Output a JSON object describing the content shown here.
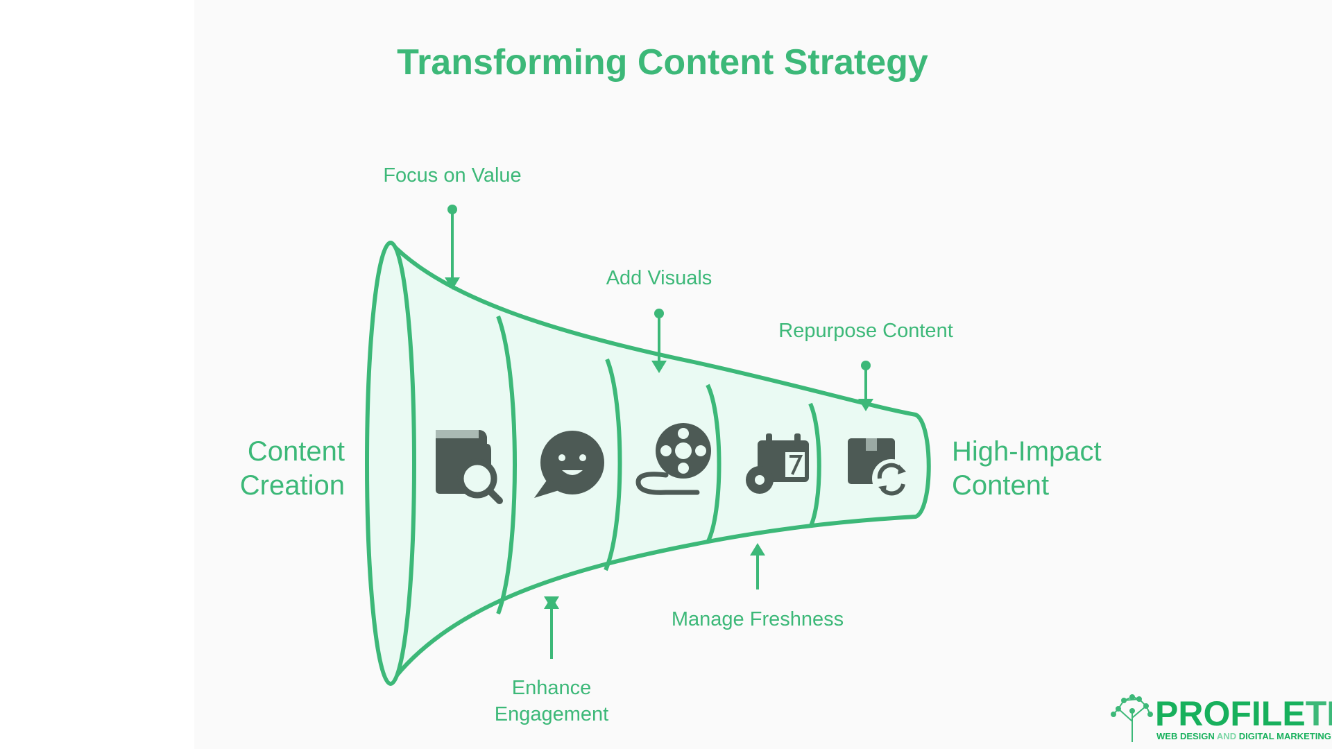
{
  "title": "Transforming Content Strategy",
  "colors": {
    "accent": "#3cb878",
    "funnel_fill": "#eafaf3",
    "icon": "#4d5a55",
    "background": "#fafafa"
  },
  "start_label": {
    "line1": "Content",
    "line2": "Creation"
  },
  "end_label": {
    "line1": "High-Impact",
    "line2": "Content"
  },
  "top_callouts": [
    {
      "label": "Focus on Value"
    },
    {
      "label": "Add Visuals"
    },
    {
      "label": "Repurpose Content"
    }
  ],
  "bottom_callouts": [
    {
      "line1": "Enhance",
      "line2": "Engagement"
    },
    {
      "line1": "Manage Freshness",
      "line2": ""
    }
  ],
  "stages": [
    {
      "icon": "folder-search-icon"
    },
    {
      "icon": "smiley-chat-icon"
    },
    {
      "icon": "film-reel-icon"
    },
    {
      "icon": "calendar-gear-icon"
    },
    {
      "icon": "box-recycle-icon"
    }
  ],
  "logo": {
    "text_a": "PROFILE",
    "text_b": "TREE",
    "tagline_a": "WEB DESIGN ",
    "tagline_b": "AND",
    "tagline_c": " DIGITAL MARKETING"
  }
}
